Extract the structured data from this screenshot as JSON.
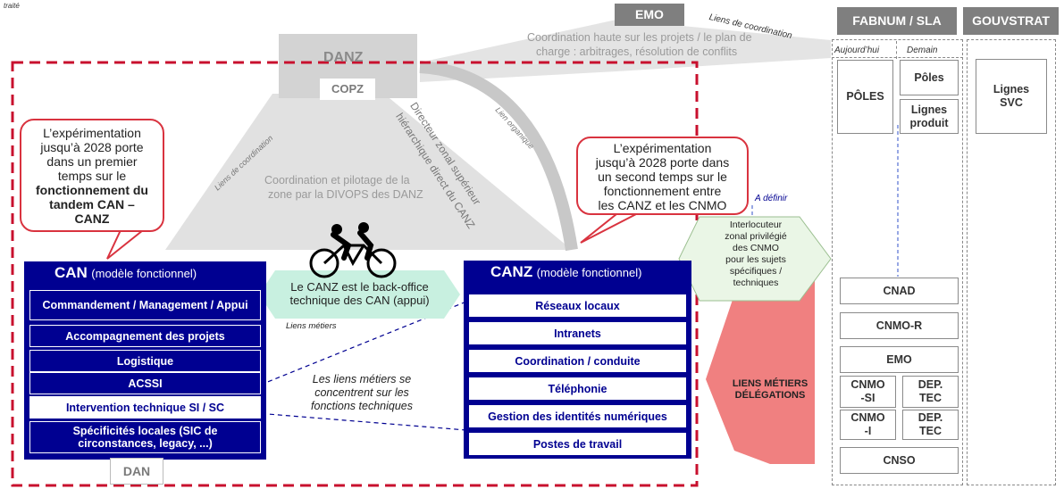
{
  "corner_text": "traité",
  "emo_top": "EMO",
  "liens_coordination_top": "Liens de coordination",
  "coord_haute": [
    "Coordination haute sur les projets / le plan de",
    "charge : arbitrages, résolution de conflits"
  ],
  "danz": "DANZ",
  "copz": "COPZ",
  "liens_coordination_left": "Liens de coordination",
  "coord_pilotage": [
    "Coordination et pilotage de la",
    "zone par la DIVOPS des DANZ"
  ],
  "directeur_zonal": [
    "Directeur zonal supérieur",
    "hiérarchique direct du CANZ"
  ],
  "lien_organique": "Lien organique",
  "callout_left": {
    "lines": [
      "L’expérimentation",
      "jusqu’à 2028 porte",
      "dans un premier",
      "temps sur le"
    ],
    "bold_lines": [
      "fonctionnement du",
      "tandem CAN –",
      "CANZ"
    ]
  },
  "callout_right": {
    "lines": [
      "L’expérimentation",
      "jusqu’à 2028 porte dans",
      "un second temps sur le",
      "fonctionnement entre",
      "les CANZ et les CNMO"
    ]
  },
  "a_definir": "A définir",
  "hexagon_right": [
    "Interlocuteur",
    "zonal privilégié",
    "des CNMO",
    "pour les sujets",
    "spécifiques /",
    "techniques"
  ],
  "can": {
    "title": "CAN",
    "subtitle": "(modèle fonctionnel)",
    "items": [
      "Commandement / Management / Appui",
      "Accompagnement des projets",
      "Logistique",
      "ACSSI"
    ],
    "highlight_item": "Intervention technique SI / SC",
    "last_item": [
      "Spécificités locales (SIC de",
      "circonstances, legacy, ...)"
    ]
  },
  "dan": "DAN",
  "back_office": [
    "Le CANZ est le back-office",
    "technique des CAN (appui)"
  ],
  "liens_metiers": "Liens métiers",
  "liens_metiers_concentrent": [
    "Les liens métiers se",
    "concentrent sur les",
    "fonctions techniques"
  ],
  "canz": {
    "title": "CANZ",
    "subtitle": "(modèle fonctionnel)",
    "items": [
      "Réseaux locaux",
      "Intranets",
      "Coordination / conduite",
      "Téléphonie",
      "Gestion des identités numériques",
      "Postes de travail"
    ]
  },
  "liens_metiers_delegations": [
    "LIENS MÉTIERS",
    "DÉLÉGATIONS"
  ],
  "fabnum": {
    "header": "FABNUM / SLA",
    "aujourdhui": "Aujourd’hui",
    "demain": "Demain",
    "poles": "PÔLES",
    "poles_small": "Pôles",
    "lignes_produit": [
      "Lignes",
      "produit"
    ],
    "boxes": [
      "CNAD",
      "CNMO-R",
      "EMO"
    ],
    "cnmo_si": [
      "CNMO",
      "-SI"
    ],
    "dep_tec_1": [
      "DEP.",
      "TEC"
    ],
    "cnmo_i": [
      "CNMO",
      "-I"
    ],
    "dep_tec_2": [
      "DEP.",
      "TEC"
    ],
    "cnso": "CNSO"
  },
  "gouvstrat": {
    "header": "GOUVSTRAT",
    "lignes_svc": [
      "Lignes",
      "SVC"
    ]
  },
  "colors": {
    "navy": "#000091",
    "red_dash": "#c8102e",
    "salmon": "#f08080",
    "mint": "#c8f0e0",
    "grey_header": "#7f7f7f"
  }
}
